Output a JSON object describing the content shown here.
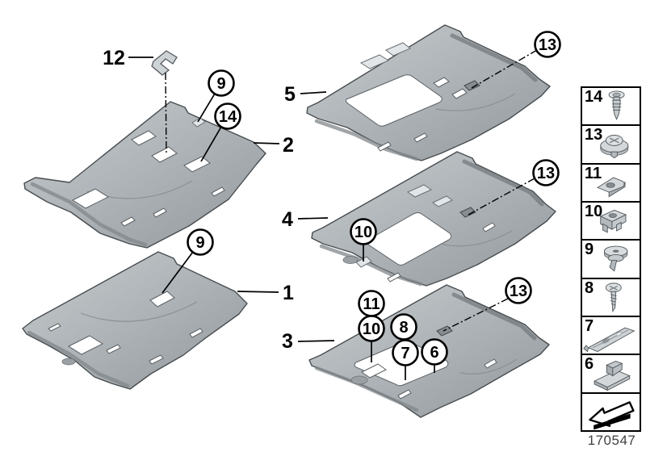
{
  "figure": {
    "number": "170547"
  },
  "part_labels": [
    {
      "num": "12"
    },
    {
      "num": "5"
    },
    {
      "num": "2"
    },
    {
      "num": "4"
    },
    {
      "num": "1"
    },
    {
      "num": "3"
    }
  ],
  "callouts": [
    {
      "num": "9"
    },
    {
      "num": "14"
    },
    {
      "num": "13"
    },
    {
      "num": "13"
    },
    {
      "num": "10"
    },
    {
      "num": "9"
    },
    {
      "num": "11"
    },
    {
      "num": "10"
    },
    {
      "num": "8"
    },
    {
      "num": "7"
    },
    {
      "num": "6"
    },
    {
      "num": "13"
    }
  ],
  "legend": {
    "items": [
      {
        "num": "14",
        "icon": "expanding-rivet-icon"
      },
      {
        "num": "13",
        "icon": "screw-with-washer-icon"
      },
      {
        "num": "11",
        "icon": "speed-nut-icon"
      },
      {
        "num": "10",
        "icon": "cage-nut-icon"
      },
      {
        "num": "9",
        "icon": "grommet-rivet-icon"
      },
      {
        "num": "8",
        "icon": "screw-icon"
      },
      {
        "num": "7",
        "icon": "rail-bracket-icon"
      },
      {
        "num": "6",
        "icon": "clamp-bracket-icon"
      }
    ]
  },
  "colors": {
    "background": "#ffffff",
    "panel_light": "#c8ccce",
    "panel_dark": "#92989c",
    "outline": "#474d50"
  }
}
